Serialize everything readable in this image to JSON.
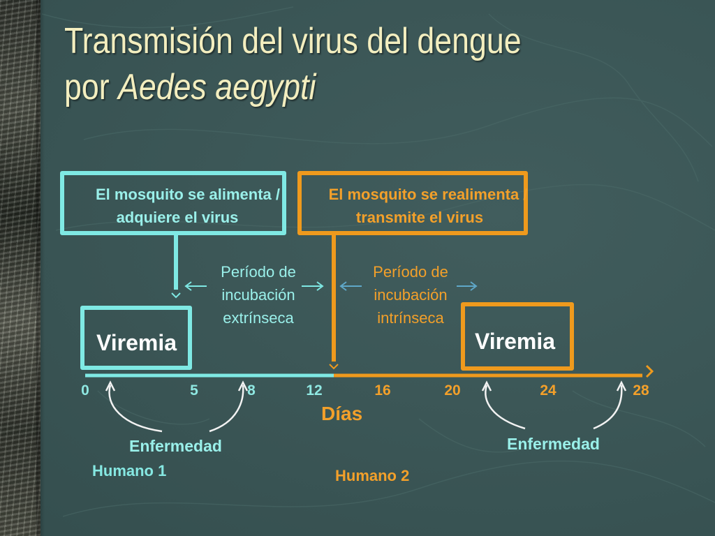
{
  "title": {
    "line1": "Transmisión del virus del dengue",
    "line2_prefix": "por ",
    "line2_species": "Aedes aegypti"
  },
  "mosquito_feeds": "El mosquito se alimenta / adquiere el virus",
  "mosquito_feeds_line1": "El mosquito se alimenta /",
  "mosquito_feeds_line2": "adquiere el virus",
  "mosquito_refeeds": "El mosquito se realimenta / transmite el virus",
  "mosquito_refeeds_line1": "El mosquito se realimenta /",
  "mosquito_refeeds_line2": "transmite el virus",
  "extrinsic_period": [
    "Período de",
    "incubación",
    "extrínseca"
  ],
  "intrinsic_period": [
    "Período de",
    "incubación",
    "intrínseca"
  ],
  "viremia_label_1": "Viremia",
  "viremia_label_2": "Viremia",
  "timeline": {
    "axis_label": "Días",
    "ticks": [
      "0",
      "5",
      "8",
      "12",
      "16",
      "20",
      "24",
      "28"
    ]
  },
  "illness_label_1": "Enfermedad",
  "illness_label_2": "Enfermedad",
  "human1_label": "Humano 1",
  "human2_label": "Humano 2",
  "colors": {
    "human1": "#7fe9e4",
    "human2": "#ef9a1d",
    "title": "#f3eebf",
    "background": "#3a5555"
  }
}
